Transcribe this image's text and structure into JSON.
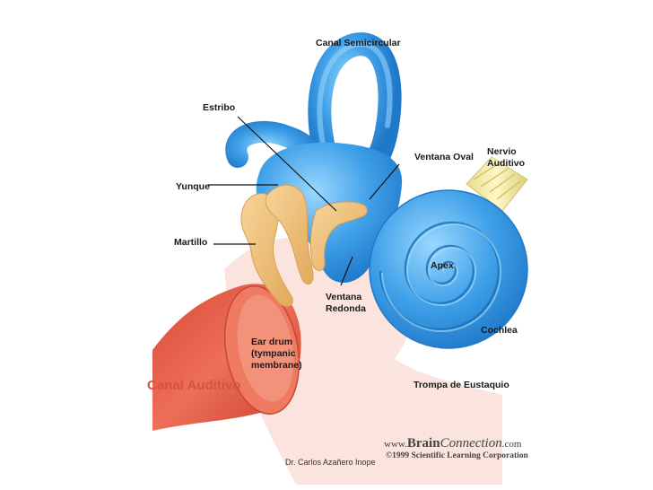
{
  "labels": {
    "canal_semicircular": "Canal Semicircular",
    "estribo": "Estribo",
    "ventana_oval": "Ventana Oval",
    "nervio_auditivo_line1": "Nervio",
    "nervio_auditivo_line2": "Auditivo",
    "yunque": "Yunque",
    "martillo": "Martillo",
    "apex": "Apex",
    "ventana_redonda_line1": "Ventana",
    "ventana_redonda_line2": "Redonda",
    "cochlea": "Cochlea",
    "ear_drum_line1": "Ear drum",
    "ear_drum_line2": "(tympanic",
    "ear_drum_line3": "membrane)",
    "canal_auditivo": "Canal Auditivo",
    "trompa_de_eustaquio": "Trompa de Eustaquio"
  },
  "credits": {
    "author": "Dr. Carlos Azañero Inope",
    "brand_prefix": "www.",
    "brand_name": "Brain",
    "brand_name2": "Connection",
    "brand_suffix": ".com",
    "copyright": "©1999 Scientific Learning Corporation"
  },
  "colors": {
    "labyrinth": "#3fa0e8",
    "labyrinth_dark": "#1f7fd0",
    "labyrinth_light": "#8fd0ff",
    "ossicle": "#f0c27a",
    "ossicle_dark": "#d9a052",
    "canal": "#e8604a",
    "canal_dark": "#c94632",
    "tissue": "#fbe4de",
    "nerve": "#efe6a0",
    "canal_auditivo_label": "#d4553e"
  }
}
